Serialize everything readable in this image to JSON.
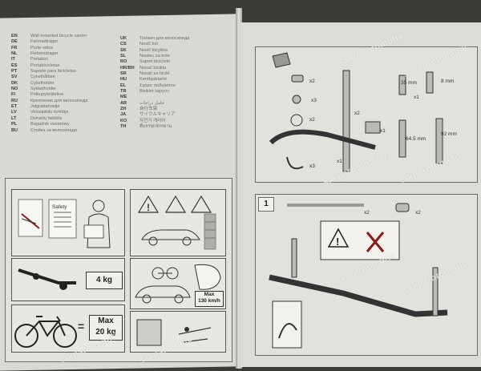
{
  "languages_left": [
    {
      "code": "EN",
      "text": "Wall-mounted bicycle carrier"
    },
    {
      "code": "DE",
      "text": "Fahrradträger"
    },
    {
      "code": "FR",
      "text": "Porte-vélos"
    },
    {
      "code": "NL",
      "text": "Fietsendrager"
    },
    {
      "code": "IT",
      "text": "Portabici"
    },
    {
      "code": "ES",
      "text": "Portabicicletas"
    },
    {
      "code": "PT",
      "text": "Suporte para bicicletas"
    },
    {
      "code": "SV",
      "text": "Cykelhållare"
    },
    {
      "code": "DK",
      "text": "Cykelholder"
    },
    {
      "code": "NO",
      "text": "Sykkelholder"
    },
    {
      "code": "FI",
      "text": "Polkupyöräteline"
    },
    {
      "code": "RU",
      "text": "Крепление для велосипеда"
    },
    {
      "code": "ET",
      "text": "Jalgrattahoidja"
    },
    {
      "code": "LV",
      "text": "Velosipēdu turētājs"
    },
    {
      "code": "LT",
      "text": "Dviračių laikiklis"
    },
    {
      "code": "PL",
      "text": "Bagażnik rowerowy"
    },
    {
      "code": "BU",
      "text": "Стойка за велосипеди"
    }
  ],
  "languages_right": [
    {
      "code": "UK",
      "text": "Тримач для велосипеда"
    },
    {
      "code": "CS",
      "text": "Nosič kol"
    },
    {
      "code": "SK",
      "text": "Nosič bicyklov"
    },
    {
      "code": "SL",
      "text": "Nosilec za kolo"
    },
    {
      "code": "RO",
      "text": "Suport biciclete"
    },
    {
      "code": "HR/BH",
      "text": "Nosač bicikla"
    },
    {
      "code": "SR",
      "text": "Nosač za bicikl"
    },
    {
      "code": "HU",
      "text": "Kerékpártartó"
    },
    {
      "code": "EL",
      "text": "Σχάρα ποδηλάτου"
    },
    {
      "code": "TR",
      "text": "Bisiklet taşıyıcı"
    },
    {
      "code": "ME",
      "text": ""
    },
    {
      "code": "AR",
      "text": "حامل دراجات"
    },
    {
      "code": "ZH",
      "text": "自行车架"
    },
    {
      "code": "JA",
      "text": "サイクルキャリア"
    },
    {
      "code": "KO",
      "text": "자전거 캐리어"
    },
    {
      "code": "TH",
      "text": "ที่บรรทุกจักรยาน"
    }
  ],
  "left_panels": {
    "weight_label": "4 kg",
    "max_weight": "Max\n20 kg",
    "max_weight_line1": "Max",
    "max_weight_line2": "20 kg",
    "speed_label": "Max 130 km/h",
    "speed_line1": "Max",
    "speed_line2": "130 km/h",
    "safety_label": "Safety"
  },
  "parts": {
    "q_x2_a": "x2",
    "q_x3": "x3",
    "q_x2_b": "x2",
    "q_x2_c": "x2",
    "q_x1_a": "x1",
    "q_x1_b": "x1",
    "q_x3_b": "x3",
    "q_x1_c": "x1",
    "dim_35": "35 mm",
    "dim_8": "8 mm",
    "dim_64": "64.5 mm",
    "dim_92": "92 mm"
  },
  "step": {
    "number": "1",
    "q_x2_d": "x2",
    "q_x2_e": "x2"
  },
  "watermark": "sakparotomotiv",
  "colors": {
    "page": "#d9d8d3",
    "border": "#555555",
    "background": "#3c3b37"
  }
}
